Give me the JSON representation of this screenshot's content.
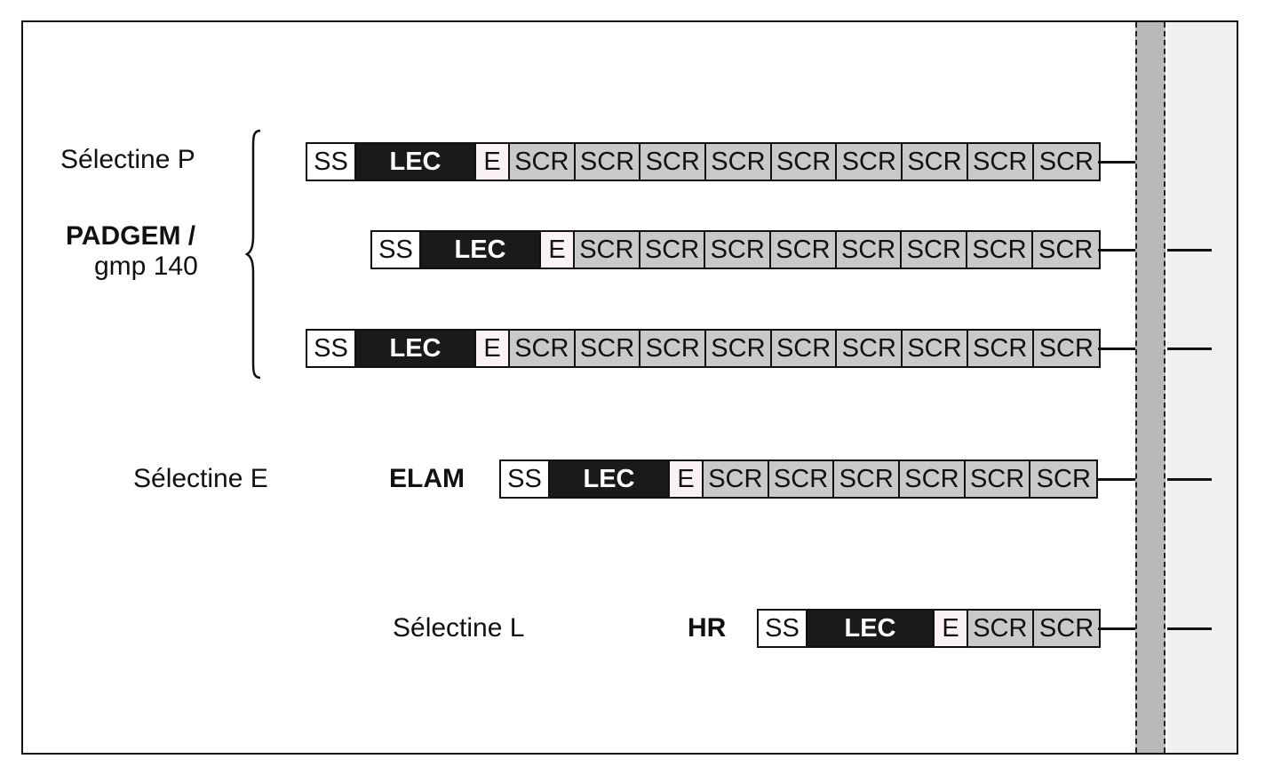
{
  "labels": {
    "selectin_p": "Sélectine P",
    "padgem": "PADGEM /",
    "gmp140": "gmp 140",
    "selectin_e": "Sélectine E",
    "elam": "ELAM",
    "selectin_l": "Sélectine L",
    "hr": "HR"
  },
  "domains": {
    "ss": "SS",
    "lec": "LEC",
    "e": "E",
    "scr": "SCR"
  },
  "proteins": [
    {
      "id": "p-selectin-isoform-1",
      "scr_count": 9,
      "cytoplasmic_tail": false
    },
    {
      "id": "p-selectin-isoform-2",
      "scr_count": 8,
      "cytoplasmic_tail": true
    },
    {
      "id": "p-selectin-isoform-3",
      "scr_count": 9,
      "cytoplasmic_tail": true
    },
    {
      "id": "e-selectin",
      "scr_count": 6,
      "cytoplasmic_tail": true
    },
    {
      "id": "l-selectin",
      "scr_count": 2,
      "cytoplasmic_tail": true
    }
  ],
  "colors": {
    "lec": "#1a1a1a",
    "scr": "#c9c9c9",
    "e": "#fbf3f3",
    "ss": "#ffffff",
    "membrane": "#b9b9b9"
  }
}
